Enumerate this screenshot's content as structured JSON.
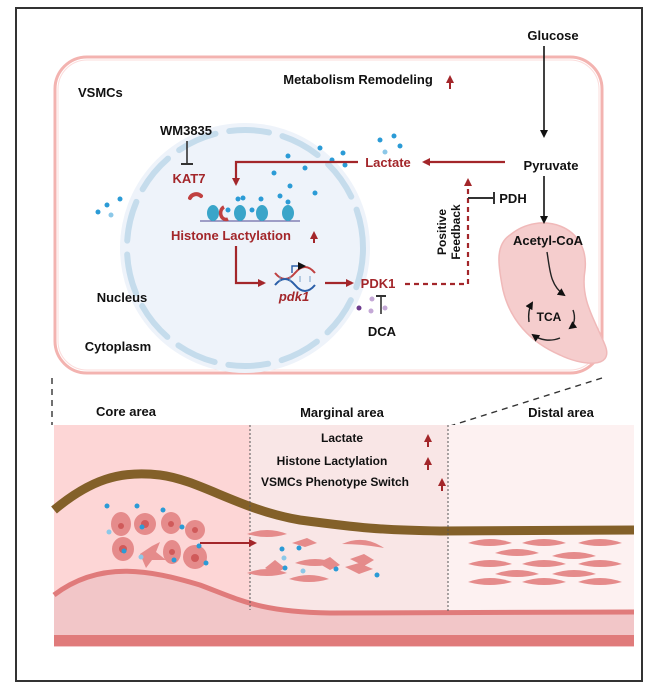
{
  "colors": {
    "accent_red": "#a3262a",
    "lactate_dot": "#2b9bd6",
    "lactate_dot_light": "#8cc8e8",
    "cell_membrane": "#f3b3b0",
    "nucleus_fill": "#eef3fa",
    "nuclear_envelope": "#c5dcec",
    "mitochondrion": "#f5cdcd",
    "plaque_stroke": "#836029",
    "vessel_wall": "#e07b7b",
    "core_bg": "#fdd6d6",
    "marginal_bg": "#f9e6e6",
    "distal_bg": "#fdf1f1",
    "dca_dot": "#8a5ba8"
  },
  "cell": {
    "label": "VSMCs",
    "title": "Metabolism Remodeling",
    "title_trend": "up-arrow",
    "nucleus_label": "Nucleus",
    "cytoplasm_label": "Cytoplasm"
  },
  "pathway": {
    "glucose": "Glucose",
    "pyruvate": "Pyruvate",
    "lactate": "Lactate",
    "pdh": "PDH",
    "acetyl_coa": "Acetyl-CoA",
    "tca": "TCA",
    "pdk1": "PDK1",
    "dca": "DCA",
    "gene": "pdk1",
    "histone_lactylation": "Histone Lactylation",
    "histone_trend": "up-arrow",
    "kat7": "KAT7",
    "inhibitor": "WM3835",
    "feedback_line1": "Positive",
    "feedback_line2": "Feedback"
  },
  "vessel": {
    "areas": [
      {
        "label": "Core area"
      },
      {
        "label": "Marginal area"
      },
      {
        "label": "Distal area"
      }
    ],
    "marginal_features": [
      {
        "label": "Lactate",
        "trend": "up-arrow"
      },
      {
        "label": "Histone Lactylation",
        "trend": "up-arrow"
      },
      {
        "label": "VSMCs Phenotype Switch",
        "trend": "up-arrow"
      }
    ]
  }
}
